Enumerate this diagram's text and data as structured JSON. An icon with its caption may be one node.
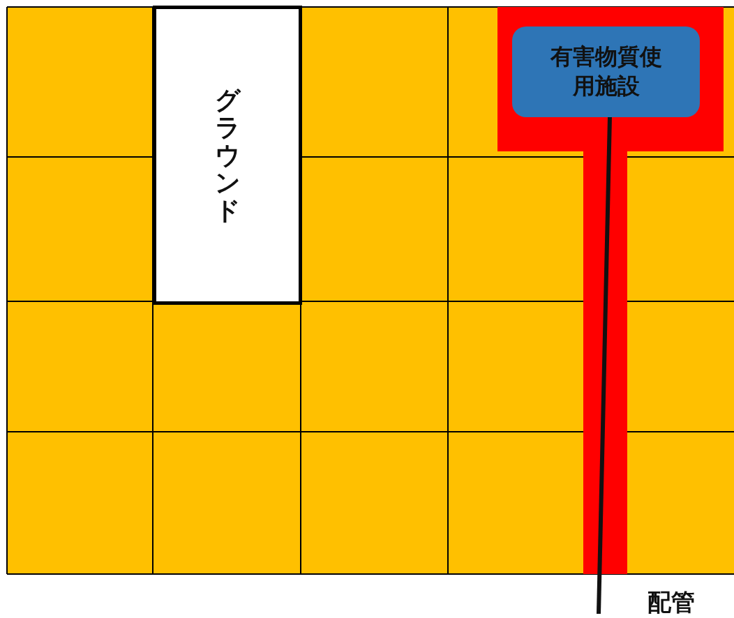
{
  "diagram": {
    "nodes": [
      {
        "text": [
          "グラウンド"
        ]
      },
      {
        "text": [
          "有害物質使用施設"
        ]
      }
    ],
    "labels": [
      "配管"
    ]
  }
}
